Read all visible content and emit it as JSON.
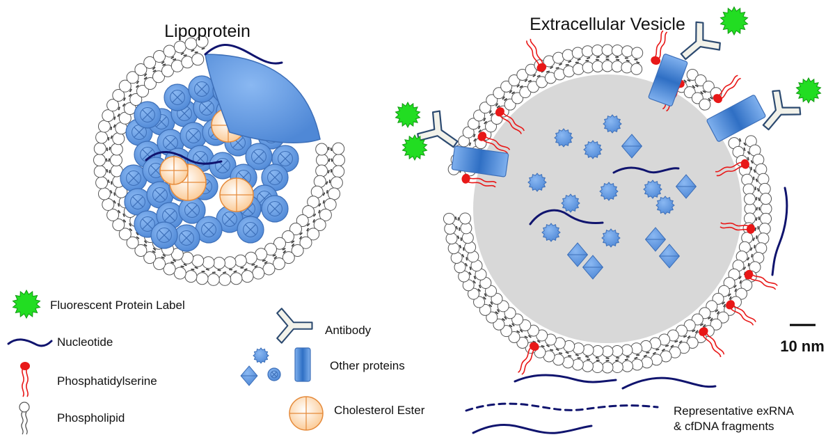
{
  "titles": {
    "lipoprotein": "Lipoprotein",
    "vesicle": "Extracellular Vesicle"
  },
  "legend": {
    "fluorescent": "Fluorescent Protein Label",
    "nucleotide": "Nucleotide",
    "phosphatidylserine": "Phosphatidylserine",
    "phospholipid": "Phospholipid",
    "antibody": "Antibody",
    "other_proteins": "Other proteins",
    "cholesterol": "Cholesterol Ester",
    "rna_line1": "Representative exRNA",
    "rna_line2": "& cfDNA fragments"
  },
  "scale_bar": "10 nm",
  "colors": {
    "protein_blue": "#5b95e0",
    "protein_stroke": "#3d6fb8",
    "cholesterol_fill": "#fbd7ad",
    "cholesterol_stroke": "#e58a3a",
    "fluor_green": "#22dd22",
    "ps_red": "#e81818",
    "nucleotide_navy": "#10146e",
    "vesicle_lumen": "#d8d8d8",
    "antibody_fill": "#f2f2ea",
    "antibody_stroke": "#2c4a70"
  }
}
